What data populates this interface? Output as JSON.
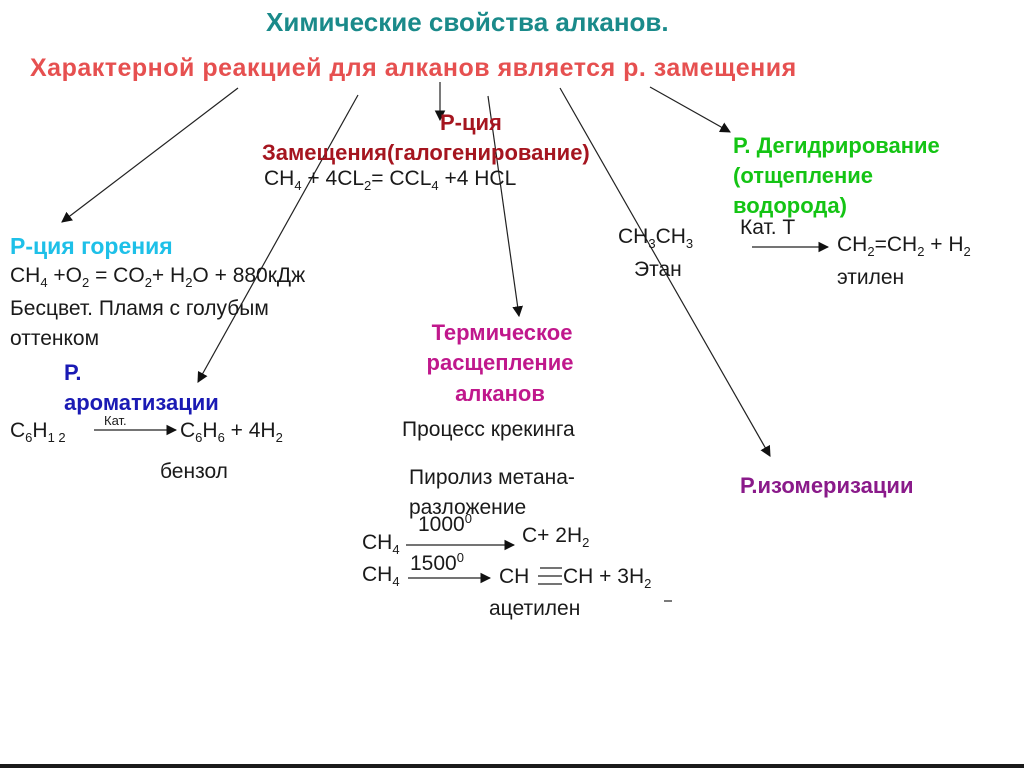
{
  "title": "Химические свойства алканов.",
  "subtitle": "Характерной реакцией для алканов является р. замещения",
  "substitution": {
    "heading_line1": "Р-ция",
    "heading_line2": "Замещения(галогенирование)",
    "equation": {
      "a": "CH",
      "a_sub": "4",
      "b": " + 4CL",
      "b_sub": "2",
      "c": "= CCL",
      "c_sub": "4",
      "d": " +4 HCL"
    }
  },
  "dehydrogenation": {
    "heading_line1": "Р. Дегидрирование",
    "heading_line2": "(отщепление",
    "heading_line3": "водорода)",
    "reactant": {
      "a": "CH",
      "a_sub": "3",
      "b": "CH",
      "b_sub": "3"
    },
    "reactant_name": "Этан",
    "catalyst": "Кат. Т",
    "product": {
      "a": "CH",
      "a_sub": "2",
      "b": "=CH",
      "b_sub": "2",
      "c": " + H",
      "c_sub": "2"
    },
    "product_name": "этилен"
  },
  "combustion": {
    "heading": "Р-ция горения",
    "equation": {
      "a": "CH",
      "a_sub": "4",
      "b": " +O",
      "b_sub": "2",
      "c": " = CO",
      "c_sub": "2",
      "d": "+ H",
      "d_sub": "2",
      "e": "O + 880кДж"
    },
    "note_line1": "Бесцвет. Пламя с голубым",
    "note_line2": "оттенком"
  },
  "aromatization": {
    "heading_line1": "Р.",
    "heading_line2": "ароматизации",
    "reactant": {
      "a": "C",
      "a_sub": "6",
      "b": "H",
      "b_sub": "1 2"
    },
    "catalyst": "Кат.",
    "product": {
      "a": "C",
      "a_sub": "6",
      "b": "H",
      "b_sub": "6",
      "c": " + 4H",
      "c_sub": "2"
    },
    "product_name": "бензол"
  },
  "thermal": {
    "heading_line1": "Термическое",
    "heading_line2": "расщепление",
    "heading_line3": "алканов",
    "cracking": "Процесс крекинга",
    "pyrolysis_line1": "Пиролиз метана-",
    "pyrolysis_line2": "разложение",
    "r1": {
      "reactant": "CH",
      "reactant_sub": "4",
      "temp": "1000",
      "temp_sup": "0",
      "product_a": "C+ 2H",
      "product_sub": "2"
    },
    "r2": {
      "reactant": "CH",
      "reactant_sub": "4",
      "temp": "1500",
      "temp_sup": "0",
      "product_a": "CH",
      "product_b": "CH + 3H",
      "product_sub": "2"
    },
    "product_name": "ацетилен"
  },
  "isomerization": {
    "heading": "Р.изомеризации"
  }
}
